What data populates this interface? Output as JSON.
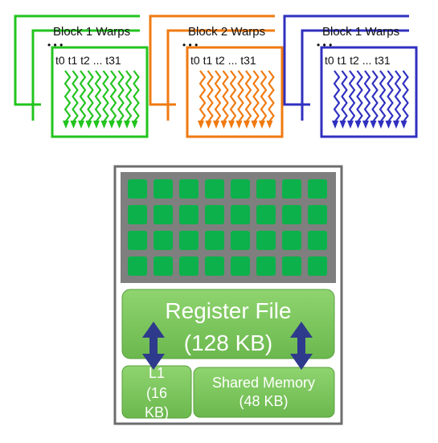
{
  "thread_blocks": [
    {
      "title": "Block 1 Warps",
      "threads": "t0 t1 t2 ... t31",
      "ellipsis": "• • •",
      "color": "#22c41e"
    },
    {
      "title": "Block 2 Warps",
      "threads": "t0 t1 t2 ... t31",
      "ellipsis": "• • •",
      "color": "#f07a10"
    },
    {
      "title": "Block 1 Warps",
      "threads": "t0 t1 t2 ... t31",
      "ellipsis": "• • •",
      "color": "#3030c0"
    }
  ],
  "sm": {
    "core_grid": {
      "rows": 4,
      "cols": 8,
      "core_color": "#0db14b",
      "panel_color": "#7f7f7f"
    },
    "register_file": {
      "line1": "Register File",
      "line2": "(128 KB)"
    },
    "l1": {
      "line1": "L1",
      "line2": "(16",
      "line3": "KB)"
    },
    "shared_memory": {
      "line1": "Shared Memory",
      "line2": "(48 KB)"
    },
    "colors": {
      "box_fill": "#7cc65e",
      "arrow": "#2e3a8c",
      "border": "#6d6d6d"
    }
  }
}
